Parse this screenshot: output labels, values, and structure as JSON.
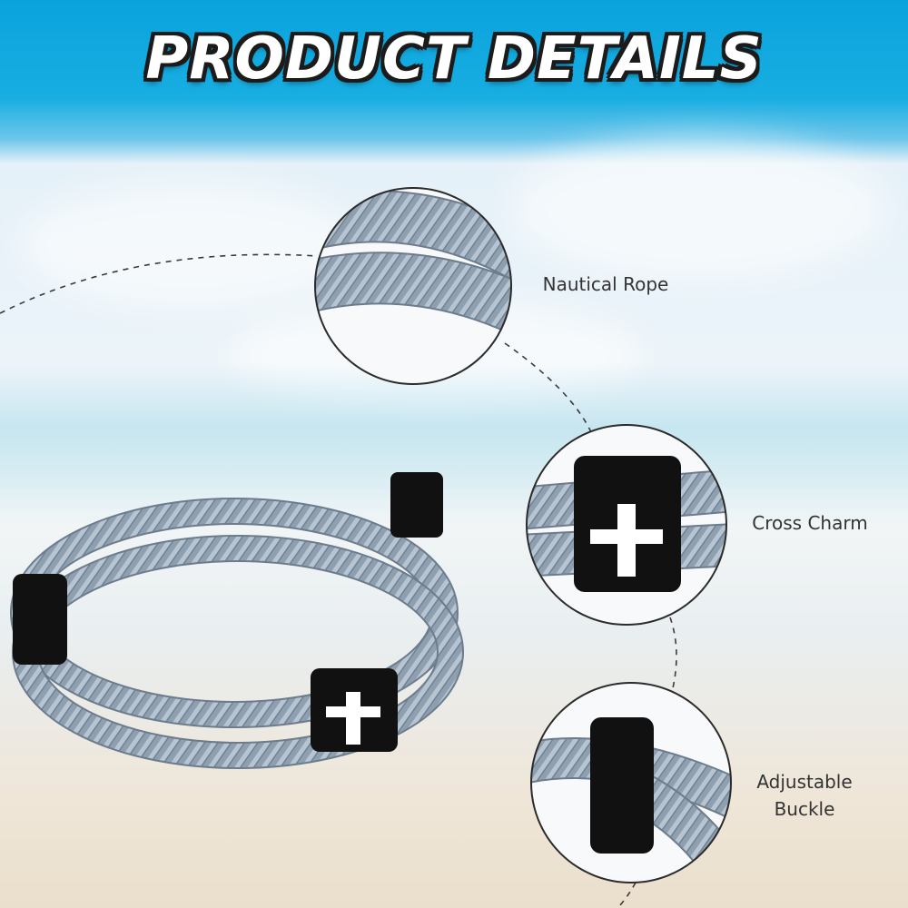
{
  "header": {
    "title": "PRODUCT DETAILS"
  },
  "callouts": [
    {
      "label": "Nautical Rope"
    },
    {
      "label": "Cross Charm"
    },
    {
      "label_line1": "Adjustable",
      "label_line2": "Buckle"
    }
  ],
  "colors": {
    "banner": "#0aa3dc",
    "rope": "#8e9fb0",
    "charm": "#111111",
    "cross": "#ffffff"
  }
}
